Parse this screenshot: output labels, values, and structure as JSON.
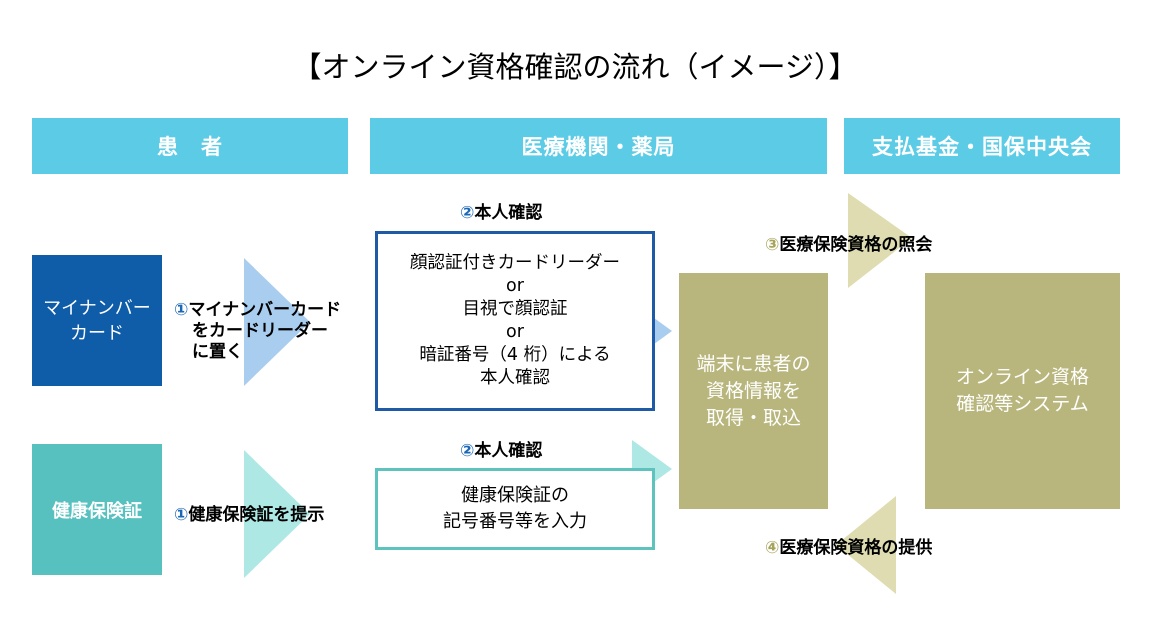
{
  "title": "【オンライン資格確認の流れ（イメージ）】",
  "headers": {
    "patient": "患　者",
    "institution": "医療機関・薬局",
    "fund": "支払基金・国保中央会"
  },
  "patient": {
    "mynumber_card": [
      "マイナンバー",
      "カード"
    ],
    "insurance_card": "健康保険証"
  },
  "steps": {
    "step1_card": {
      "num": "①",
      "lines": [
        "マイナンバーカード",
        "をカードリーダー",
        "に置く"
      ]
    },
    "step1_insurance": {
      "num": "①",
      "text": "健康保険証を提示"
    },
    "step2_top": {
      "num": "②",
      "text": "本人確認"
    },
    "step2_bottom": {
      "num": "②",
      "text": "本人確認"
    },
    "step3": {
      "num": "③",
      "text": "医療保険資格の照会"
    },
    "step4": {
      "num": "④",
      "text": "医療保険資格の提供"
    }
  },
  "verify_box": {
    "lines": [
      "顔認証付きカードリーダー",
      "or",
      "目視で顔認証",
      "or",
      "暗証番号（4 桁）による",
      "本人確認"
    ]
  },
  "insurance_box": {
    "lines": [
      "健康保険証の",
      "記号番号等を入力"
    ]
  },
  "terminal_box": {
    "lines": [
      "端末に患者の",
      "資格情報を",
      "取得・取込"
    ]
  },
  "system_box": {
    "lines": [
      "オンライン資格",
      "確認等システム"
    ]
  },
  "colors": {
    "header": "#5ccbe6",
    "navy": "#0f5ca8",
    "teal": "#56c1be",
    "olive": "#b8b67d",
    "arrow_blue": "#a9cdef",
    "arrow_teal": "#aee8e4",
    "arrow_olive": "#dedcb0"
  }
}
